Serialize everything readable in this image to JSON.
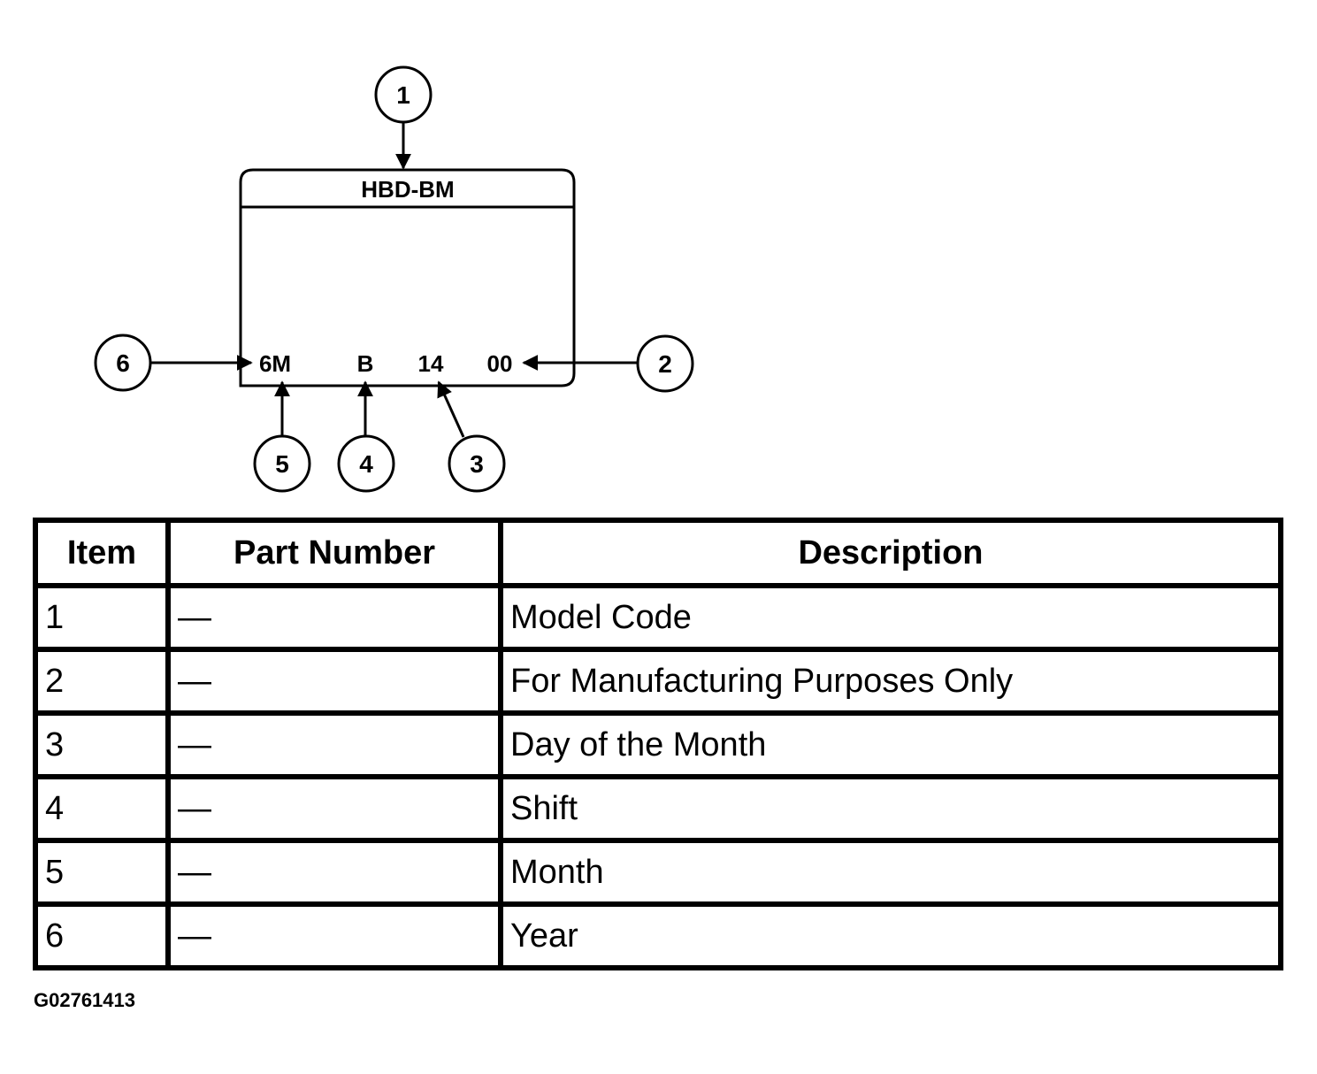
{
  "diagram": {
    "label_title": "HBD-BM",
    "label_codes": {
      "year": "6M",
      "shift": "B",
      "day": "14",
      "manufacturing": "00"
    },
    "callouts": [
      "1",
      "2",
      "3",
      "4",
      "5",
      "6"
    ]
  },
  "table": {
    "headers": [
      "Item",
      "Part Number",
      "Description"
    ],
    "rows": [
      {
        "item": "1",
        "part": "—",
        "description": "Model Code"
      },
      {
        "item": "2",
        "part": "—",
        "description": "For Manufacturing Purposes Only"
      },
      {
        "item": "3",
        "part": "—",
        "description": "Day of the Month"
      },
      {
        "item": "4",
        "part": "—",
        "description": "Shift"
      },
      {
        "item": "5",
        "part": "—",
        "description": "Month"
      },
      {
        "item": "6",
        "part": "—",
        "description": "Year"
      }
    ]
  },
  "figure_code": "G02761413"
}
